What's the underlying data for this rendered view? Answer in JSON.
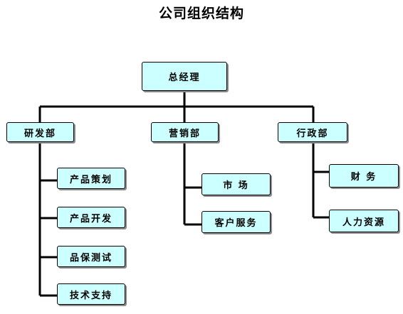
{
  "title": "公司组织结构",
  "root": {
    "label": "总经理"
  },
  "departments": [
    {
      "label": "研发部",
      "children": [
        "产品策划",
        "产品开发",
        "品保测试",
        "技术支持"
      ]
    },
    {
      "label": "营销部",
      "children": [
        "市 场",
        "客户服务"
      ]
    },
    {
      "label": "行政部",
      "children": [
        "财 务",
        "人力资源"
      ]
    }
  ]
}
